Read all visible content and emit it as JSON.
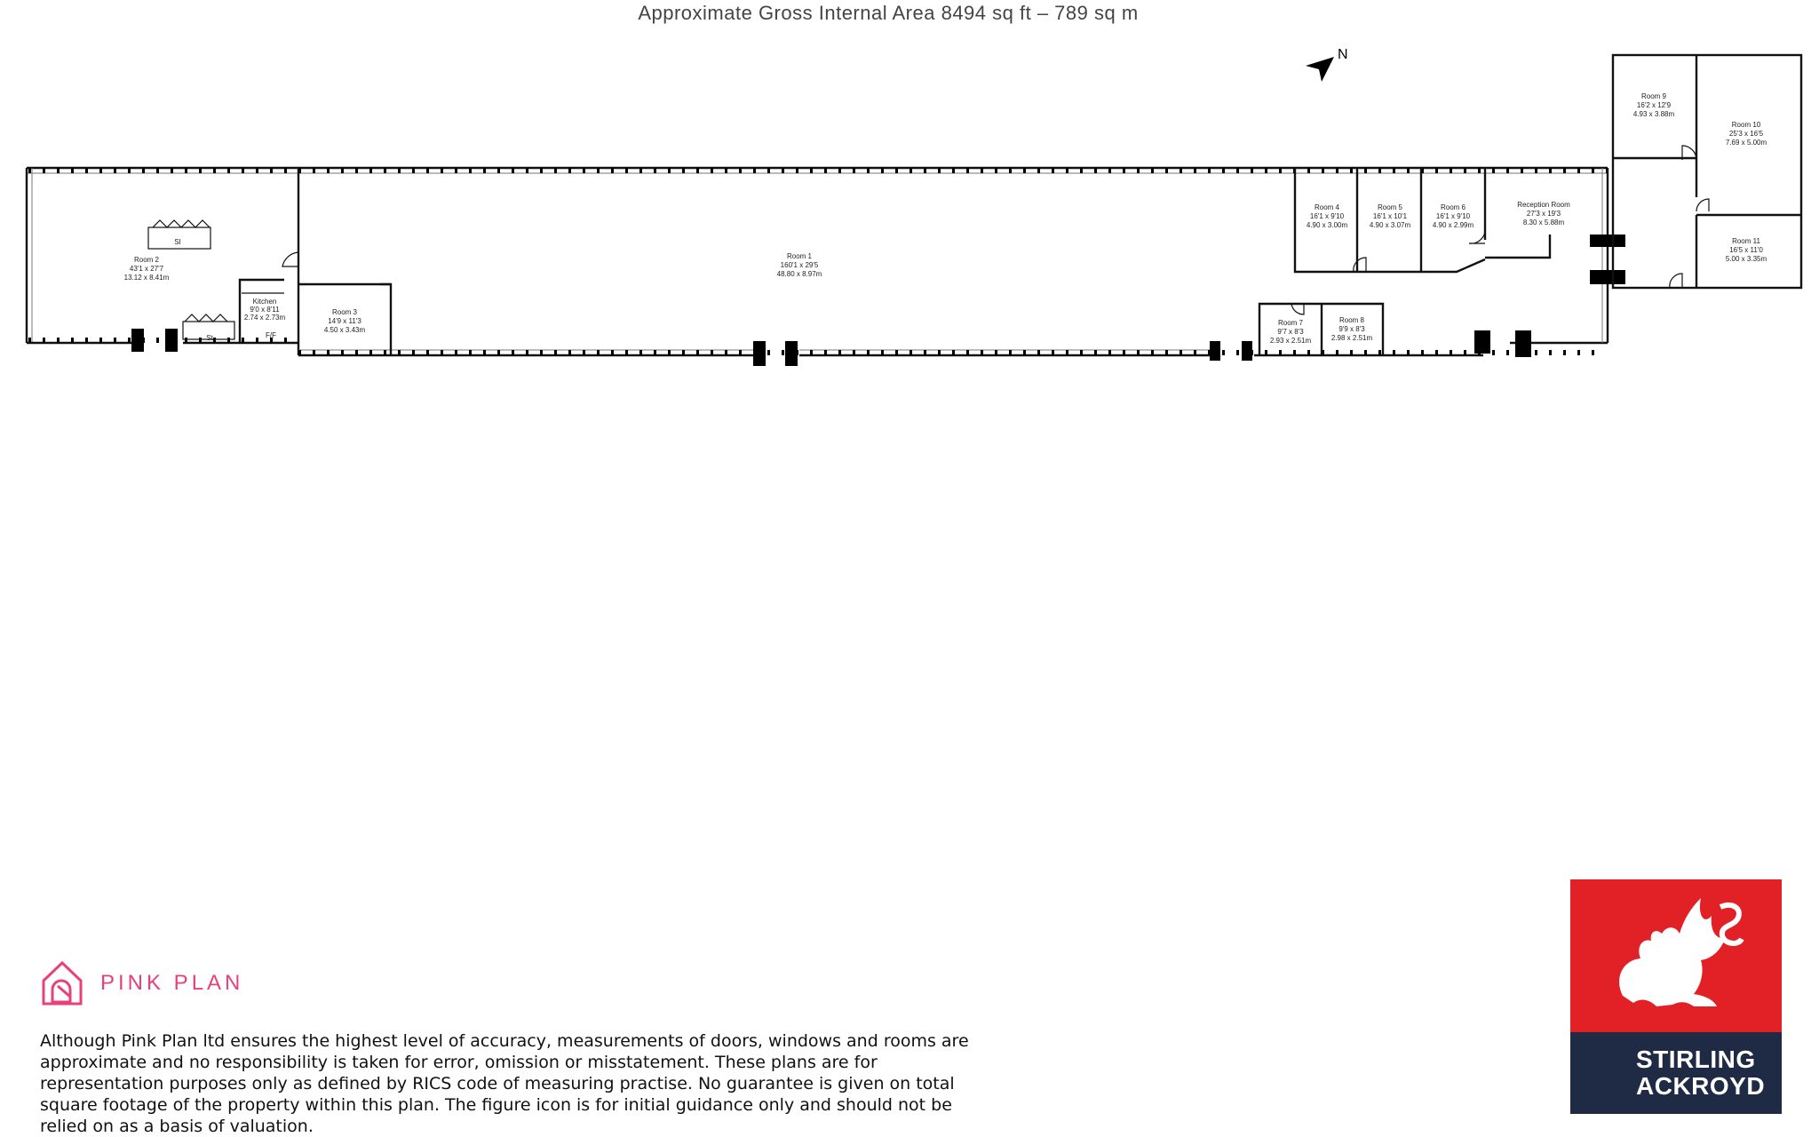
{
  "title": "Approximate Gross Internal Area 8494 sq ft – 789 sq m",
  "compass": "N",
  "rooms": {
    "room2": {
      "name": "Room 2",
      "imperial": "43'1 x 27'7",
      "metric": "13.12 x 8.41m"
    },
    "kitchen": {
      "name": "Kitchen",
      "imperial": "9'0 x 8'11",
      "metric": "2.74 x 2.73m"
    },
    "room3": {
      "name": "Room 3",
      "imperial": "14'9 x 11'3",
      "metric": "4.50 x 3.43m"
    },
    "room1": {
      "name": "Room 1",
      "imperial": "160'1 x 29'5",
      "metric": "48.80 x 8.97m"
    },
    "room4": {
      "name": "Room 4",
      "imperial": "16'1 x 9'10",
      "metric": "4.90 x 3.00m"
    },
    "room5": {
      "name": "Room 5",
      "imperial": "16'1 x 10'1",
      "metric": "4.90 x 3.07m"
    },
    "room6": {
      "name": "Room 6",
      "imperial": "16'1 x 9'10",
      "metric": "4.90 x 2.99m"
    },
    "reception": {
      "name": "Reception Room",
      "imperial": "27'3 x 19'3",
      "metric": "8.30 x 5.88m"
    },
    "room7": {
      "name": "Room 7",
      "imperial": "9'7 x 8'3",
      "metric": "2.93 x 2.51m"
    },
    "room8": {
      "name": "Room 8",
      "imperial": "9'9 x 8'3",
      "metric": "2.98 x 2.51m"
    },
    "room9": {
      "name": "Room 9",
      "imperial": "16'2 x 12'9",
      "metric": "4.93 x 3.88m"
    },
    "room10": {
      "name": "Room 10",
      "imperial": "25'3 x 16'5",
      "metric": "7.69 x 5.00m"
    },
    "room11": {
      "name": "Room 11",
      "imperial": "16'5 x 11'0",
      "metric": "5.00 x 3.35m"
    }
  },
  "fixtures": {
    "si_upper": "SI",
    "si_lower": "St",
    "fridge": "F/F"
  },
  "pinkplan": {
    "label": "PINK PLAN"
  },
  "disclaimer": "Although Pink Plan ltd ensures the highest level of accuracy, measurements of doors, windows and rooms are approximate and no responsibility is taken for error, omission or misstatement. These plans are for representation purposes only as defined by RICS code of measuring practise. No guarantee is given on total square footage of the property within this plan. The figure icon is for initial guidance only and should not be relied on as a basis of valuation.",
  "brand": {
    "line1": "STIRLING",
    "line2": "ACKROYD",
    "brand_color": "#e22127",
    "brand_dark": "#1f2a44",
    "accent_pink": "#e8417a"
  }
}
